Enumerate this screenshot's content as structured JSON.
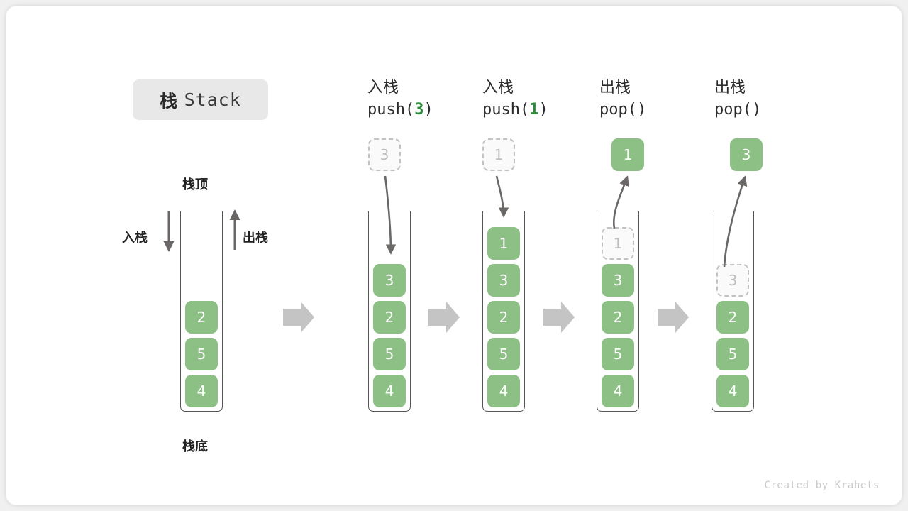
{
  "title": {
    "cn": "栈",
    "en": "Stack"
  },
  "labels": {
    "top": "栈顶",
    "bottom": "栈底",
    "push_side": "入栈",
    "pop_side": "出栈"
  },
  "stages": [
    {
      "id": "initial",
      "op_cn": "",
      "op_code": "",
      "cells": [
        "2",
        "5",
        "4"
      ],
      "ghost": null,
      "float": null
    },
    {
      "id": "push-3",
      "op_cn": "入栈",
      "op_code_prefix": "push(",
      "op_code_arg": "3",
      "op_code_suffix": ")",
      "cells": [
        "3",
        "2",
        "5",
        "4"
      ],
      "ghost": null,
      "float": {
        "value": "3",
        "kind": "ghost"
      }
    },
    {
      "id": "push-1",
      "op_cn": "入栈",
      "op_code_prefix": "push(",
      "op_code_arg": "1",
      "op_code_suffix": ")",
      "cells": [
        "1",
        "3",
        "2",
        "5",
        "4"
      ],
      "ghost": null,
      "float": {
        "value": "1",
        "kind": "ghost"
      }
    },
    {
      "id": "pop-1",
      "op_cn": "出栈",
      "op_code_prefix": "pop(",
      "op_code_arg": "",
      "op_code_suffix": ")",
      "cells": [
        "3",
        "2",
        "5",
        "4"
      ],
      "ghost": {
        "value": "1",
        "slot": 0
      },
      "float": {
        "value": "1",
        "kind": "filled"
      }
    },
    {
      "id": "pop-3",
      "op_cn": "出栈",
      "op_code_prefix": "pop(",
      "op_code_arg": "",
      "op_code_suffix": ")",
      "cells": [
        "2",
        "5",
        "4"
      ],
      "ghost": {
        "value": "3",
        "slot": 1
      },
      "float": {
        "value": "3",
        "kind": "filled"
      }
    }
  ],
  "footer": "Created by Krahets",
  "colors": {
    "cell_green": "#8cc084",
    "arg_green": "#2e8b3d",
    "chip_gray": "#e8e8e8",
    "arrow_gray": "#c4c4c4",
    "line_gray": "#555555",
    "ghost_border": "#c2c2c2"
  }
}
